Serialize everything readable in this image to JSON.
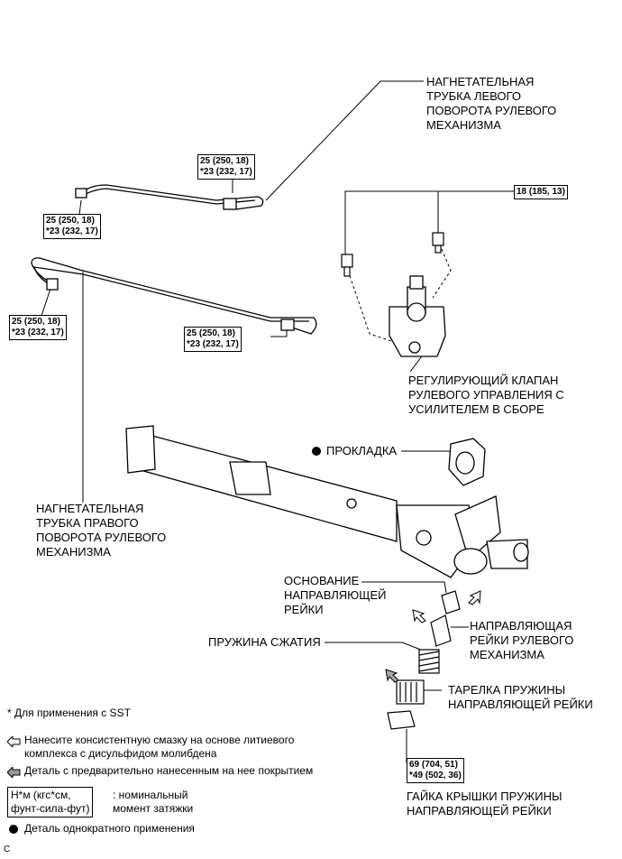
{
  "labels": {
    "left_pipe": "НАГНЕТАТЕЛЬНАЯ\nТРУБКА ЛЕВОГО\nПОВОРОТА РУЛЕВОГО\nМЕХАНИЗМА",
    "right_pipe": "НАГНЕТАТЕЛЬНАЯ\nТРУБКА ПРАВОГО\nПОВОРОТА РУЛЕВОГО\nМЕХАНИЗМА",
    "valve": "РЕГУЛИРУЮЩИЙ КЛАПАН\nРУЛЕВОГО УПРАВЛЕНИЯ С\nУСИЛИТЕЛЕМ В СБОРЕ",
    "gasket": "ПРОКЛАДКА",
    "guide_base": "ОСНОВАНИЕ\nНАПРАВЛЯЮЩЕЙ\nРЕЙКИ",
    "rack_guide": "НАПРАВЛЯЮЩАЯ\nРЕЙКИ РУЛЕВОГО\nМЕХАНИЗМА",
    "spring": "ПРУЖИНА СЖАТИЯ",
    "spring_seat": "ТАРЕЛКА ПРУЖИНЫ\nНАПРАВЛЯЮЩЕЙ РЕЙКИ",
    "spring_cap_nut": "ГАЙКА КРЫШКИ ПРУЖИНЫ\nНАПРАВЛЯЮЩЕЙ РЕЙКИ"
  },
  "torques": {
    "t_upper_mid": "25 (250, 18)\n*23 (232, 17)",
    "t_upper_left": "25 (250, 18)\n*23 (232, 17)",
    "t_left": "25 (250, 18)\n*23 (232, 17)",
    "t_lower_mid": "25 (250, 18)\n*23 (232, 17)",
    "t_valve": "18 (185, 13)",
    "t_nut": "69 (704, 51)\n*49 (502, 36)"
  },
  "legend": {
    "sst": "* Для применения с SST",
    "grease": "Нанесите консистентную смазку на основе литиевого\nкомплекса с дисульфидом молибдена",
    "precoated": "Деталь с предварительно нанесенным на нее покрытием",
    "torque_box": "Н*м (кгс*см,\nфунт-сила-фут)",
    "torque_desc": ": номинальный\nмомент затяжки",
    "one_time": "Деталь однократного применения"
  },
  "corner_mark": "C"
}
